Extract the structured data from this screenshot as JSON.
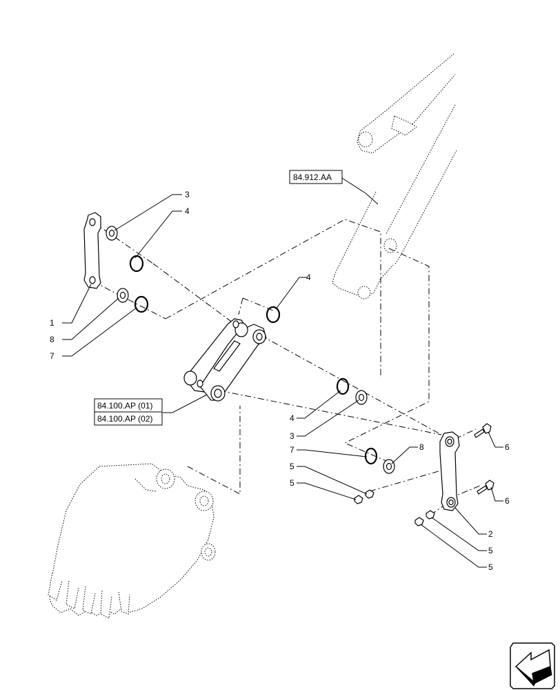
{
  "callouts": {
    "c1": "1",
    "c2": "2",
    "c3a": "3",
    "c3b": "3",
    "c4a": "4",
    "c4b": "4",
    "c4c": "4",
    "c5a": "5",
    "c5b": "5",
    "c5c": "5",
    "c5d": "5",
    "c6a": "6",
    "c6b": "6",
    "c7a": "7",
    "c7b": "7",
    "c8a": "8",
    "c8b": "8"
  },
  "references": {
    "boom_ref": "84.912.AA",
    "link_ref_1": "84.100.AP (01)",
    "link_ref_2": "84.100.AP (02)"
  },
  "nav": {
    "icon": "arrow-icon"
  }
}
